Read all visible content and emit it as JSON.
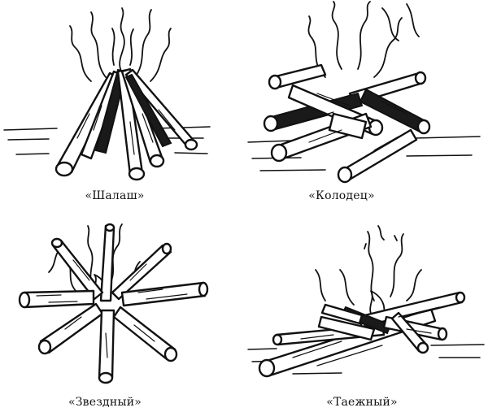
{
  "figures": [
    {
      "id": "shalash",
      "caption": "«Шалаш»"
    },
    {
      "id": "kolodets",
      "caption": "«Колодец»"
    },
    {
      "id": "zvezdny",
      "caption": "«Звездный»"
    },
    {
      "id": "taezhny",
      "caption": "«Таежный»"
    }
  ]
}
